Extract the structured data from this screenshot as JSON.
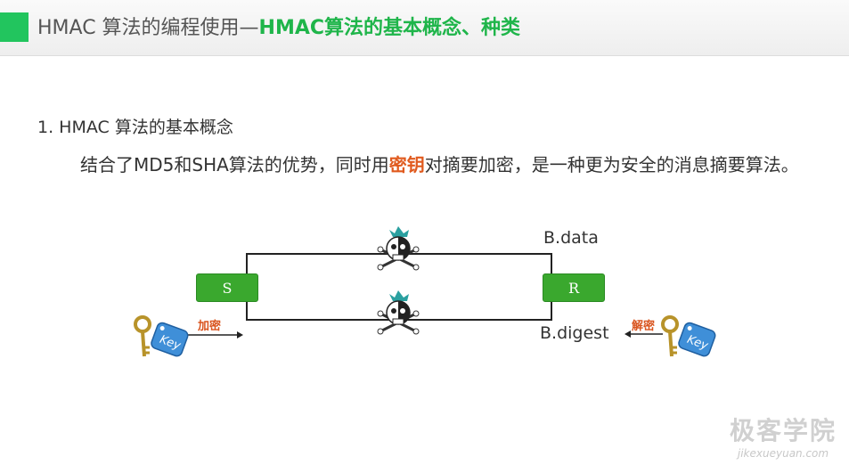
{
  "header": {
    "title_prefix": "HMAC 算法的编程使用—",
    "title_highlight": "HMAC算法的基本概念、种类",
    "accent_color": "#22c55e"
  },
  "section": {
    "heading": "1. HMAC 算法的基本概念",
    "para_before": "结合了MD5和SHA算法的优势，同时用",
    "para_highlight": "密钥",
    "para_after": "对摘要加密，是一种更为安全的消息摘要算法。",
    "highlight_color": "#e05a1e"
  },
  "diagram": {
    "sender_label": "S",
    "receiver_label": "R",
    "data_label": "B.data",
    "digest_label": "B.digest",
    "encrypt_label": "加密",
    "decrypt_label": "解密",
    "key_text": "Key",
    "box_color": "#3aa82e",
    "icons": [
      "key-icon",
      "pirate-skull-icon"
    ]
  },
  "watermark": {
    "brand": "极客学院",
    "url": "jikexueyuan.com"
  }
}
